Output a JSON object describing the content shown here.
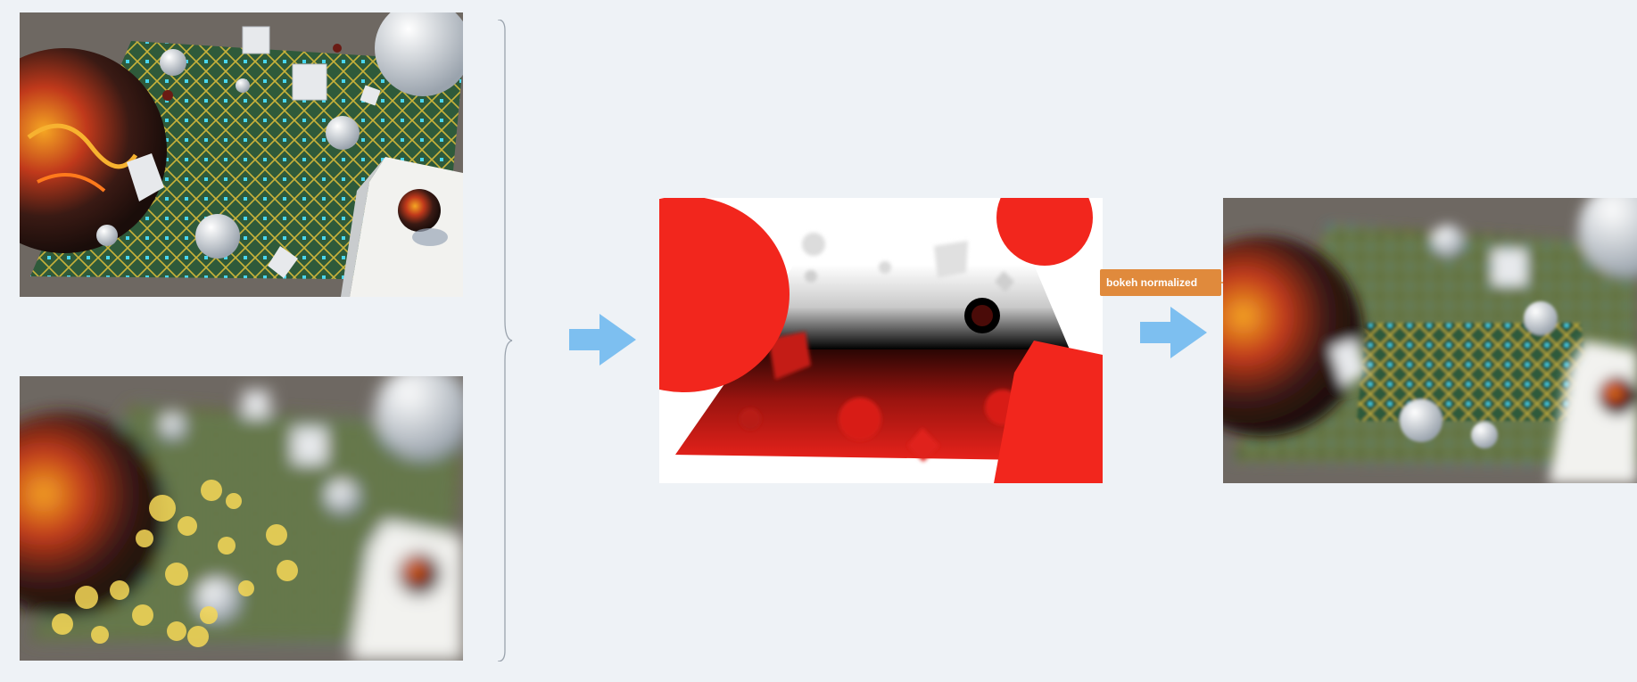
{
  "colors": {
    "background": "#eef2f6",
    "flow_arrow": "#7dbff0",
    "label_fill": "#e08a3c",
    "mask_red": "#f2261d",
    "brace_stroke": "#9aa3ad"
  },
  "nodes": {
    "sharp_render": {
      "icon": "scene-sharp-image"
    },
    "blurred_render": {
      "icon": "scene-blurred-image"
    },
    "coc_mask": {
      "icon": "circle-of-confusion-mask-image"
    },
    "output_render": {
      "icon": "scene-composited-image"
    }
  },
  "annotation": {
    "label": "bokeh normalized"
  }
}
